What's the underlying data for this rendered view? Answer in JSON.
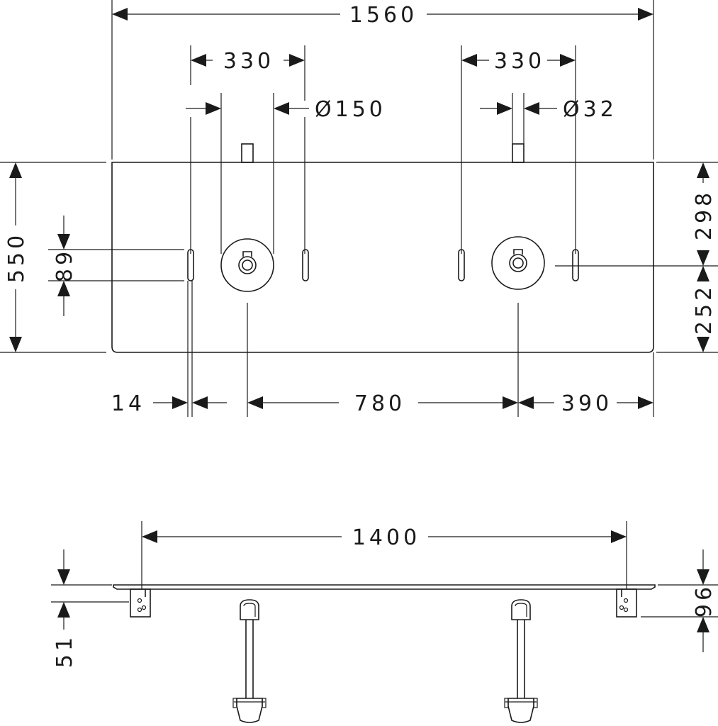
{
  "dimensions": {
    "total_width": "1560",
    "left_spacing": "330",
    "right_spacing": "330",
    "basin_diameter": "Ø150",
    "drain_diameter": "Ø32",
    "depth": "550",
    "slot_height": "89",
    "top_to_center": "298",
    "center_to_bottom": "252",
    "left_offset": "14",
    "center_distance": "780",
    "right_offset": "390",
    "bracket_distance": "1400",
    "bracket_height": "51",
    "side_height": "96"
  },
  "colors": {
    "ink": "#1a1a1a",
    "background": "#ffffff"
  }
}
